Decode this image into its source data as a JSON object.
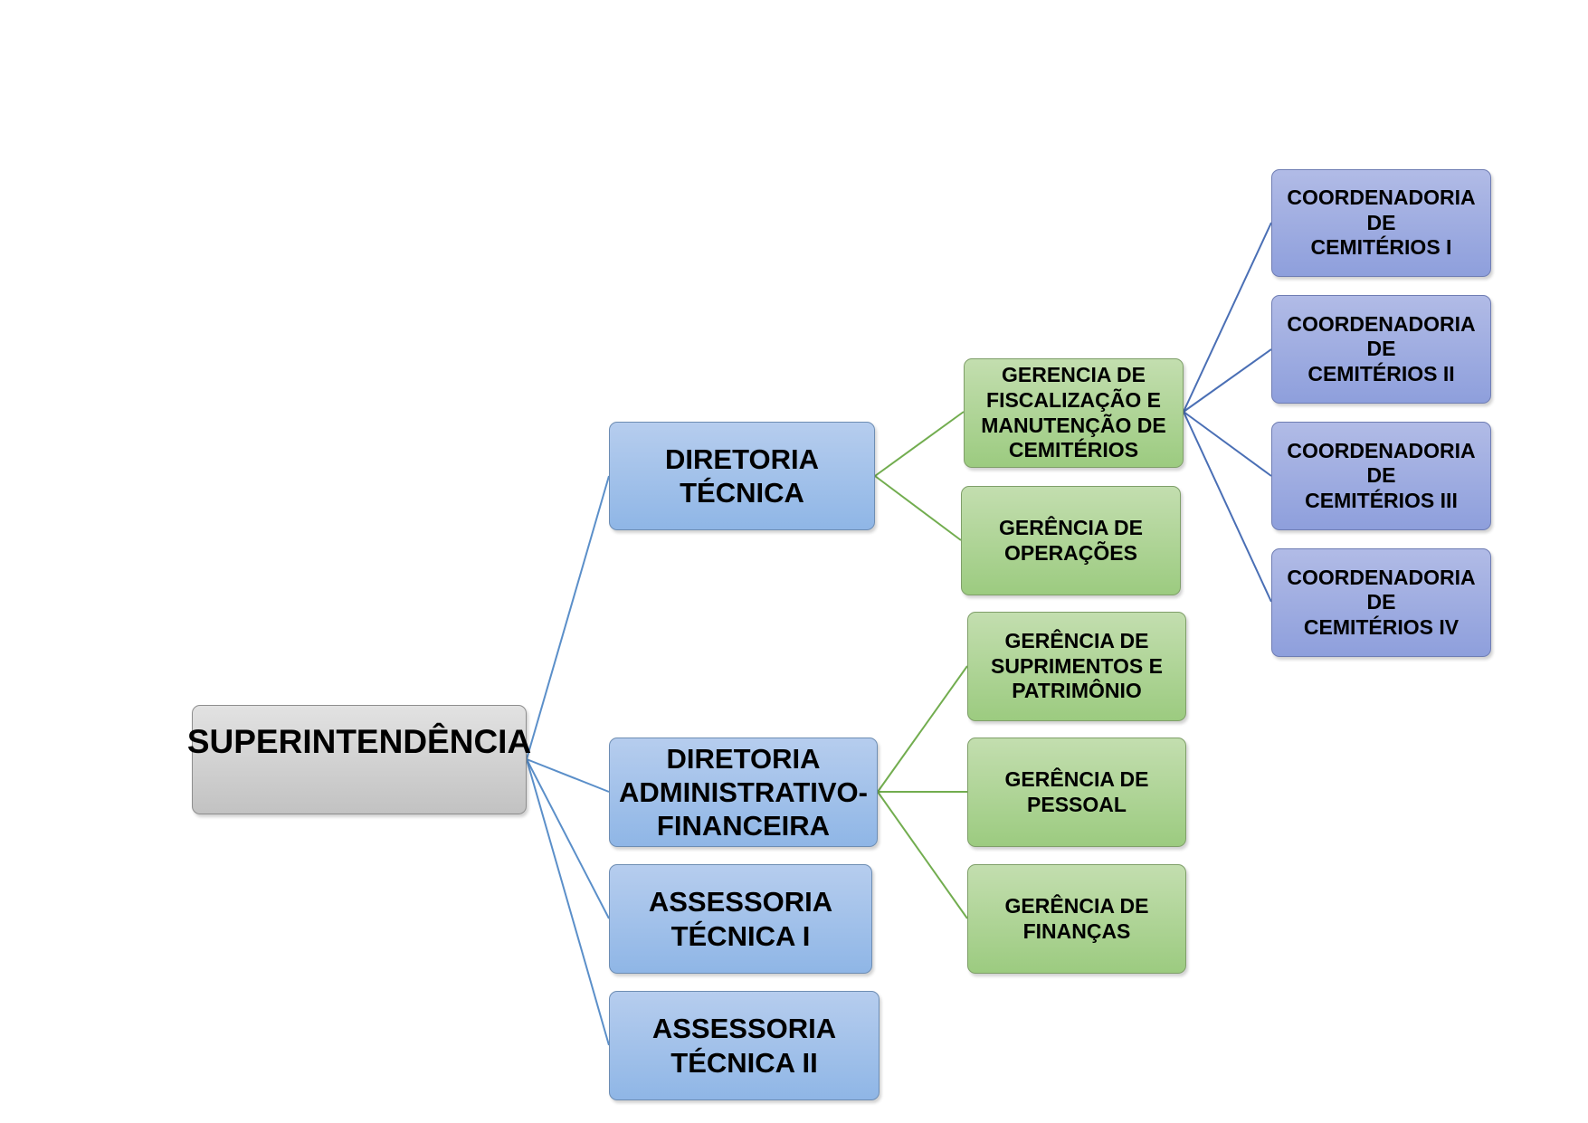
{
  "root": {
    "label": "SUPERINTENDÊNCIA"
  },
  "diretorias": [
    {
      "label": "DIRETORIA TÉCNICA"
    },
    {
      "label": "DIRETORIA\nADMINISTRATIVO-\nFINANCEIRA"
    },
    {
      "label": "ASSESSORIA\nTÉCNICA I"
    },
    {
      "label": "ASSESSORIA\nTÉCNICA II"
    }
  ],
  "gerencias": [
    {
      "label": "GERENCIA DE\nFISCALIZAÇÃO E\nMANUTENÇÃO DE\nCEMITÉRIOS"
    },
    {
      "label": "GERÊNCIA DE\nOPERAÇÕES"
    },
    {
      "label": "GERÊNCIA DE\nSUPRIMENTOS E\nPATRIMÔNIO"
    },
    {
      "label": "GERÊNCIA DE\nPESSOAL"
    },
    {
      "label": "GERÊNCIA DE\nFINANÇAS"
    }
  ],
  "coordenadorias": [
    {
      "label": "COORDENADORIA DE\nCEMITÉRIOS I"
    },
    {
      "label": "COORDENADORIA DE\nCEMITÉRIOS II"
    },
    {
      "label": "COORDENADORIA DE\nCEMITÉRIOS III"
    },
    {
      "label": "COORDENADORIA DE\nCEMITÉRIOS IV"
    }
  ],
  "colors": {
    "connector_blue": "#5b8fc9",
    "connector_green": "#72ad4f",
    "connector_dark_blue": "#4a6fb5"
  }
}
